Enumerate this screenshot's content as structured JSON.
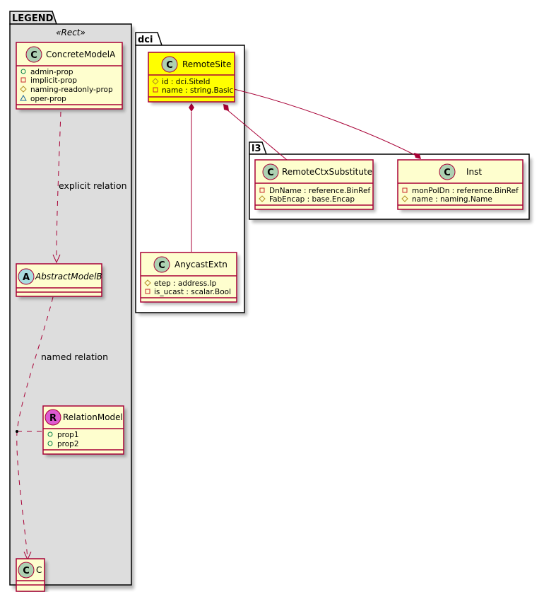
{
  "colors": {
    "class_fill": "#fefece",
    "class_highlight_fill": "#ffff00",
    "class_border": "#a80036",
    "edge": "#a80036",
    "legend_background": "#dddddd",
    "badge_class": "#add1b2",
    "badge_abstract": "#a9dcdf",
    "badge_relation": "#dd5ad1",
    "vis_public": "#038048",
    "vis_private": "#c82930",
    "vis_protected": "#b38d22",
    "vis_package": "#1963a0"
  },
  "packages": {
    "legend": {
      "title": "LEGEND",
      "stereotype": "«Rect»"
    },
    "dci": {
      "title": "dci"
    },
    "l3": {
      "title": "l3"
    }
  },
  "classes": {
    "concrete_model_a": {
      "badge": "C",
      "name": "ConcreteModelA",
      "attributes": [
        {
          "visibility": "public",
          "text": "admin-prop"
        },
        {
          "visibility": "private",
          "text": "implicit-prop"
        },
        {
          "visibility": "protected",
          "text": "naming-readonly-prop"
        },
        {
          "visibility": "package",
          "text": "oper-prop"
        }
      ]
    },
    "abstract_model_b": {
      "badge": "A",
      "name": "AbstractModelB",
      "attributes": []
    },
    "relation_model": {
      "badge": "R",
      "name": "RelationModel",
      "attributes": [
        {
          "visibility": "public",
          "text": "prop1"
        },
        {
          "visibility": "public",
          "text": "prop2"
        }
      ]
    },
    "c": {
      "badge": "C",
      "name": "C",
      "attributes": []
    },
    "remote_site": {
      "badge": "C",
      "name": "RemoteSite",
      "attributes": [
        {
          "visibility": "protected",
          "text": "id : dci.SiteId"
        },
        {
          "visibility": "private",
          "text": "name : string.Basic"
        }
      ]
    },
    "anycast_extn": {
      "badge": "C",
      "name": "AnycastExtn",
      "attributes": [
        {
          "visibility": "protected",
          "text": "etep : address.Ip"
        },
        {
          "visibility": "private",
          "text": "is_ucast : scalar.Bool"
        }
      ]
    },
    "remote_ctx_substitute": {
      "badge": "C",
      "name": "RemoteCtxSubstitute",
      "attributes": [
        {
          "visibility": "private",
          "text": "DnName : reference.BinRef"
        },
        {
          "visibility": "protected",
          "text": "FabEncap : base.Encap"
        }
      ]
    },
    "inst": {
      "badge": "C",
      "name": "Inst",
      "attributes": [
        {
          "visibility": "private",
          "text": "monPolDn : reference.BinRef"
        },
        {
          "visibility": "protected",
          "text": "name : naming.Name"
        }
      ]
    }
  },
  "relations": [
    {
      "from": "ConcreteModelA",
      "to": "AbstractModelB",
      "type": "dependency",
      "label": "explicit relation"
    },
    {
      "from": "AbstractModelB",
      "to": "C",
      "type": "dependency",
      "label": "named relation",
      "association_class": "RelationModel"
    },
    {
      "from": "RemoteSite",
      "to": "AnycastExtn",
      "type": "composition",
      "label": ""
    },
    {
      "from": "RemoteSite",
      "to": "RemoteCtxSubstitute",
      "type": "composition",
      "label": ""
    },
    {
      "from": "Inst",
      "to": "RemoteSite",
      "type": "composition",
      "label": ""
    }
  ]
}
